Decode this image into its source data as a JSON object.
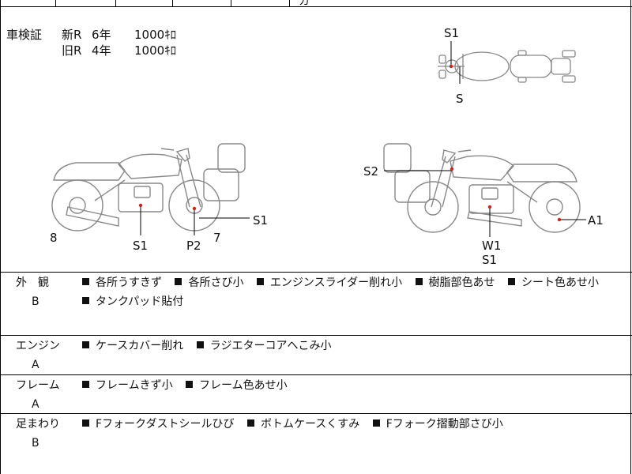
{
  "top_fragment": "カ",
  "inspection": {
    "label": "車検証",
    "rows": [
      {
        "kind": "新R",
        "years": "6年",
        "km": "1000ｷﾛ"
      },
      {
        "kind": "旧R",
        "years": "4年",
        "km": "1000ｷﾛ"
      }
    ]
  },
  "diagram_labels": {
    "top_s1": "S1",
    "top_s": "S",
    "left_8": "8",
    "left_s1_right": "S1",
    "left_s1_bottom": "S1",
    "left_p2": "P2",
    "left_7": "7",
    "right_s2": "S2",
    "right_a1": "A1",
    "right_w1": "W1",
    "right_s1": "S1"
  },
  "sections": [
    {
      "title": "外　観",
      "grade": "B",
      "items": [
        "各所うすきず",
        "各所さび小",
        "エンジンスライダー削れ小",
        "樹脂部色あせ",
        "シート色あせ小",
        "タンクパッド貼付"
      ]
    },
    {
      "title": "エンジン",
      "grade": "A",
      "items": [
        "ケースカバー削れ",
        "ラジエターコアへこみ小"
      ]
    },
    {
      "title": "フレーム",
      "grade": "A",
      "items": [
        "フレームきず小",
        "フレーム色あせ小"
      ]
    },
    {
      "title": "足まわり",
      "grade": "B",
      "items": [
        "Fフォークダストシールひび",
        "ボトムケースくすみ",
        "Fフォーク摺動部さび小"
      ]
    }
  ],
  "colors": {
    "line": "#000000",
    "sketch": "#888888",
    "marker": "#cc2222"
  }
}
